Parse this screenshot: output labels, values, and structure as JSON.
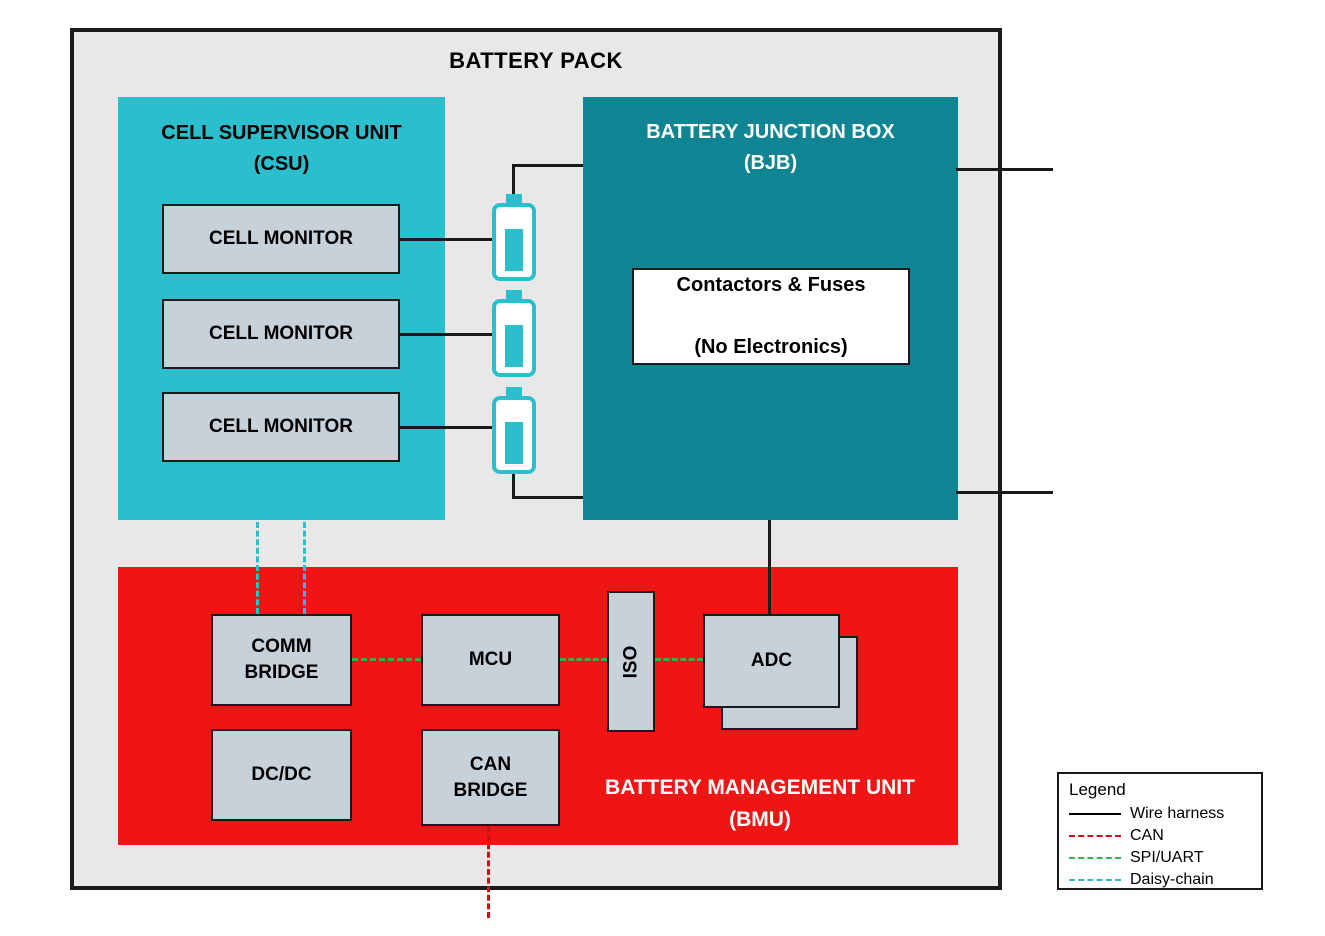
{
  "title": "BATTERY PACK",
  "csu": {
    "title": "CELL SUPERVISOR UNIT",
    "subtitle": "(CSU)",
    "cell_monitors": [
      "CELL MONITOR",
      "CELL MONITOR",
      "CELL MONITOR"
    ]
  },
  "bjb": {
    "title": "BATTERY JUNCTION BOX",
    "subtitle": "(BJB)",
    "contactors_title": "Contactors & Fuses",
    "contactors_subtitle": "(No Electronics)"
  },
  "bmu": {
    "title": "BATTERY MANAGEMENT UNIT",
    "subtitle": "(BMU)",
    "comm_bridge": "COMM\nBRIDGE",
    "mcu": "MCU",
    "iso": "ISO",
    "adc": "ADC",
    "dcdc": "DC/DC",
    "can_bridge": "CAN\nBRIDGE"
  },
  "legend": {
    "title": "Legend",
    "items": [
      {
        "label": "Wire harness",
        "line": "solid",
        "color": "#000000"
      },
      {
        "label": "CAN",
        "line": "dashed",
        "color": "#cc1111"
      },
      {
        "label": "SPI/UART",
        "line": "dashed",
        "color": "#3aae4a"
      },
      {
        "label": "Daisy-chain",
        "line": "dashed",
        "color": "#2bbecd"
      }
    ]
  },
  "colors": {
    "pack-bg": "#e8e8e8",
    "csu-fill": "#2bbecd",
    "bjb-fill": "#0f8492",
    "bmu-fill": "#f01515",
    "box-fill": "#c6d1da",
    "wire": "#1a1a1a",
    "can": "#cc1111",
    "spi": "#3aae4a",
    "daisy": "#2bbecd"
  }
}
